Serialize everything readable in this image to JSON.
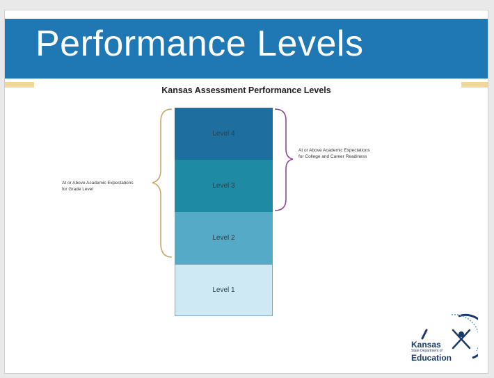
{
  "slide": {
    "title": "Performance Levels",
    "subtitle": "Kansas Assessment Performance Levels"
  },
  "levels": [
    {
      "label": "Level 4",
      "color": "#1f6ea0"
    },
    {
      "label": "Level 3",
      "color": "#1f8aa3"
    },
    {
      "label": "Level 2",
      "color": "#55aac8"
    },
    {
      "label": "Level 1",
      "color": "#cfe9f4"
    }
  ],
  "notes": {
    "right_line1": "At or Above Academic Expectations",
    "right_line2": "for College and Career Readiness",
    "left_line1": "At or Above Academic Expectations",
    "left_line2": "for Grade Level"
  },
  "logo": {
    "line1": "Kansas",
    "line2": "State Department of",
    "line3": "Education"
  },
  "colors": {
    "header": "#1f78b4",
    "accent": "#f0d79a",
    "brace_left": "#c9a66b",
    "brace_right": "#8b4a8b"
  }
}
